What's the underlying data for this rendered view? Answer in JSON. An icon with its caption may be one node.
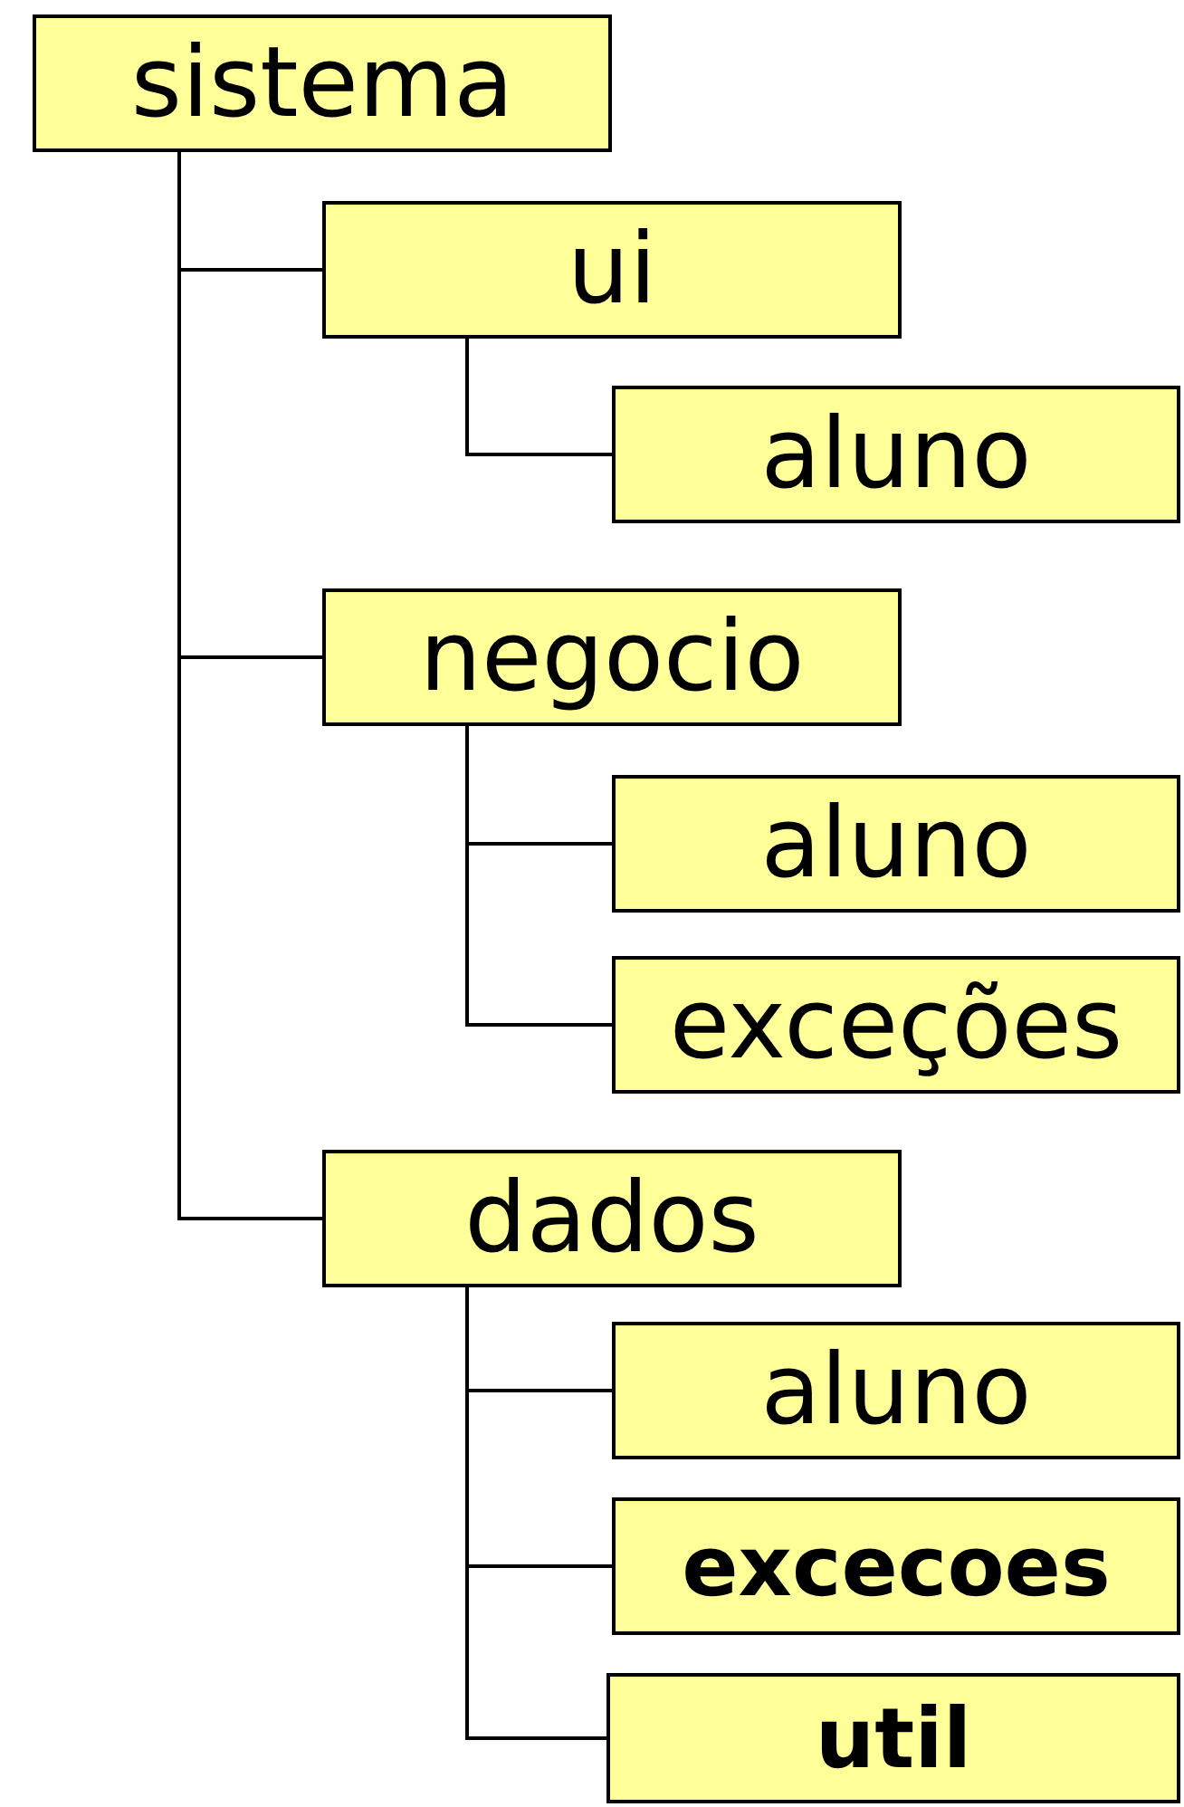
{
  "diagram": {
    "nodes": [
      {
        "text": [
          "sistema"
        ]
      },
      {
        "text": [
          "ui"
        ]
      },
      {
        "text": [
          "aluno"
        ]
      },
      {
        "text": [
          "negocio"
        ]
      },
      {
        "text": [
          "aluno"
        ]
      },
      {
        "text": [
          "exceções"
        ]
      },
      {
        "text": [
          "dados"
        ]
      },
      {
        "text": [
          "aluno"
        ]
      },
      {
        "text": [
          "excecoes"
        ]
      },
      {
        "text": [
          "util"
        ]
      }
    ],
    "edges": [
      {
        "from": 0,
        "to": 1,
        "arrow": "none"
      },
      {
        "from": 0,
        "to": 3,
        "arrow": "none"
      },
      {
        "from": 0,
        "to": 6,
        "arrow": "none"
      },
      {
        "from": 1,
        "to": 2,
        "arrow": "none"
      },
      {
        "from": 3,
        "to": 4,
        "arrow": "none"
      },
      {
        "from": 3,
        "to": 5,
        "arrow": "none"
      },
      {
        "from": 6,
        "to": 7,
        "arrow": "none"
      },
      {
        "from": 6,
        "to": 8,
        "arrow": "none"
      },
      {
        "from": 6,
        "to": 9,
        "arrow": "none"
      }
    ]
  }
}
